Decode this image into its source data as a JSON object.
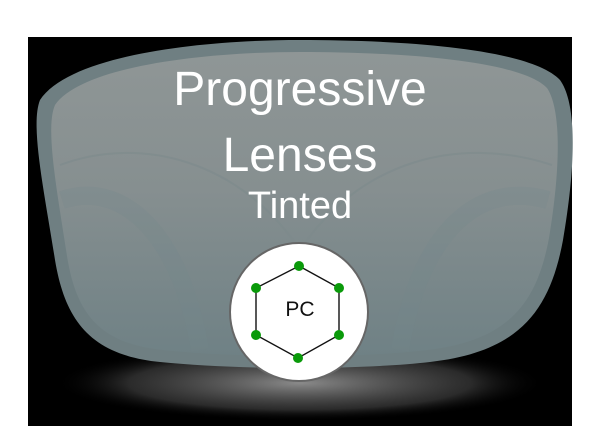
{
  "product": {
    "title_line1": "Progressive",
    "title_line2": "Lenses",
    "subtitle": "Tinted",
    "material_badge": "PC",
    "icon": "hexagon-molecule-icon"
  },
  "colors": {
    "background": "#000000",
    "lens_rim": "#6f7f82",
    "lens_fill": "#8a9090",
    "lens_lower": "#6b7c80",
    "badge_bg": "#ffffff",
    "badge_border": "#666666",
    "node_green": "#0a9a0a"
  }
}
